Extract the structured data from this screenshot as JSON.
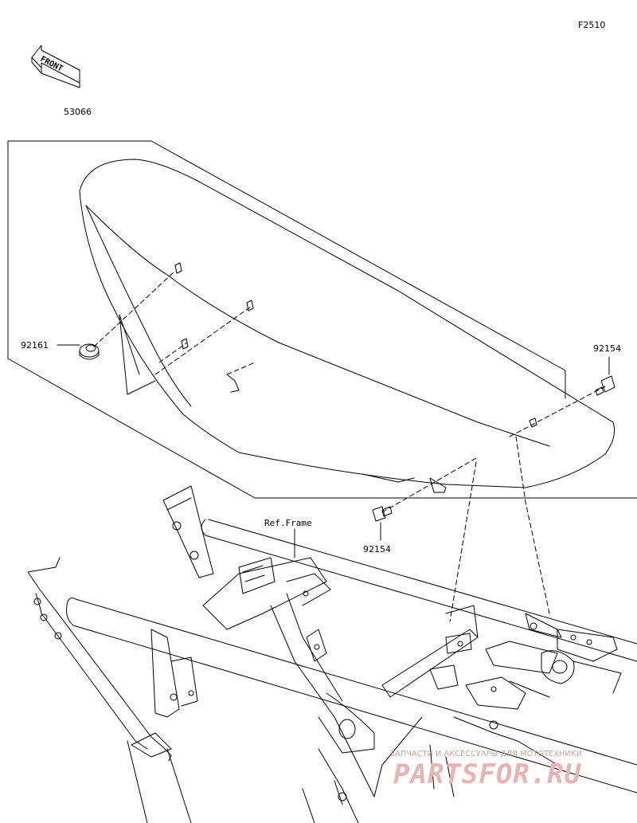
{
  "figure_code": "F2510",
  "direction_arrow": {
    "text": "FRONT",
    "icon": "front-arrow-icon"
  },
  "parts": {
    "seat_assembly": "53066",
    "seat_band_pad": "92161",
    "bolt_right": "92154",
    "bolt_bottom": "92154"
  },
  "reference": {
    "frame": "Ref.Frame"
  },
  "watermark": {
    "tagline": "ЗАПЧАСТИ И АКСЕССУАРЫ ДЛЯ МОТОТЕХНИКИ",
    "brand": "PARTSFOR.RU"
  },
  "colors": {
    "line": "#000000",
    "background": "#ffffff",
    "watermark": "#e8b3b3"
  }
}
